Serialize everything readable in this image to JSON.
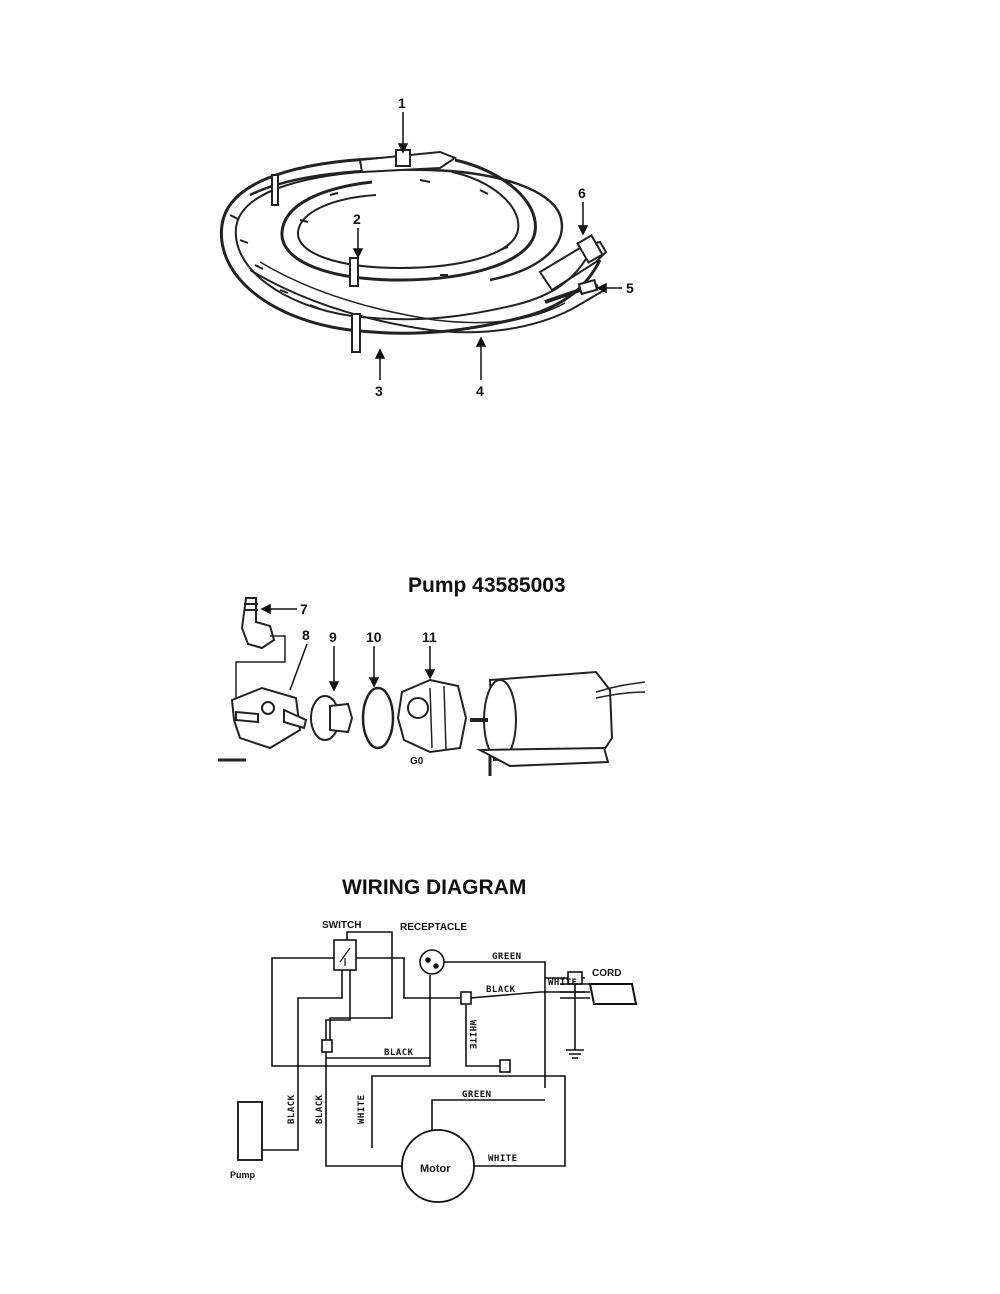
{
  "hose_assembly": {
    "callouts": [
      "1",
      "2",
      "3",
      "4",
      "5",
      "6"
    ]
  },
  "pump": {
    "title": "Pump 43585003",
    "callouts": [
      "7",
      "8",
      "9",
      "10",
      "11"
    ]
  },
  "wiring": {
    "title": "WIRING DIAGRAM",
    "labels": {
      "switch": "SWITCH",
      "receptacle": "RECEPTACLE",
      "cord": "CORD",
      "pump": "Pump",
      "motor": "Motor"
    },
    "wires": {
      "green_top": "GREEN",
      "white_top": "WHITE",
      "black_top": "BLACK",
      "white_vert": "WHITE",
      "black_mid": "BLACK",
      "black_left1": "BLACK",
      "black_left2": "BLACK",
      "white_left": "WHITE",
      "green_mid": "GREEN",
      "white_bottom": "WHITE"
    }
  }
}
